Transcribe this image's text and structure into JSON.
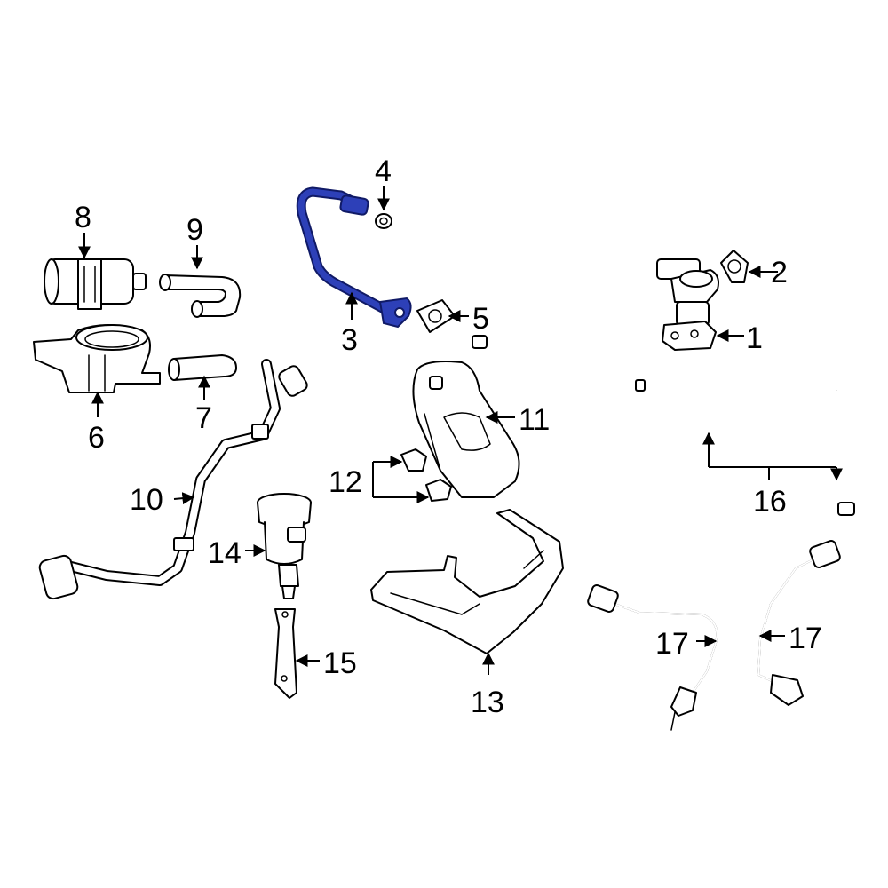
{
  "colors": {
    "background": "#ffffff",
    "line": "#000000",
    "highlight_fill": "#2d40b8",
    "highlight_stroke": "#101a66"
  },
  "callouts": {
    "c1": "1",
    "c2": "2",
    "c3": "3",
    "c4": "4",
    "c5": "5",
    "c6": "6",
    "c7": "7",
    "c8": "8",
    "c9": "9",
    "c10": "10",
    "c11": "11",
    "c12": "12",
    "c13": "13",
    "c14": "14",
    "c15": "15",
    "c16": "16",
    "c17a": "17",
    "c17b": "17"
  }
}
